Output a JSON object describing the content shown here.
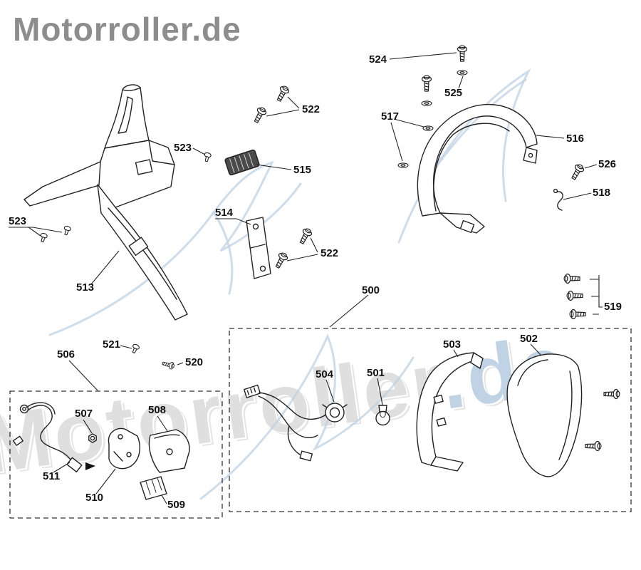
{
  "brand": "Motorroller.de",
  "watermark": {
    "text": "Motorroller",
    "suffix": ".de"
  },
  "colors": {
    "line": "#1a1a1a",
    "logo_gray": "#8d8d8d",
    "watermark_gray": "#dcdcdc",
    "watermark_blue": "#b9cfe3"
  },
  "labels": [
    {
      "text": "522"
    },
    {
      "text": "523"
    },
    {
      "text": "515"
    },
    {
      "text": "514"
    },
    {
      "text": "523"
    },
    {
      "text": "522"
    },
    {
      "text": "513"
    },
    {
      "text": "524"
    },
    {
      "text": "525"
    },
    {
      "text": "517"
    },
    {
      "text": "516"
    },
    {
      "text": "526"
    },
    {
      "text": "518"
    },
    {
      "text": "519"
    },
    {
      "text": "500"
    },
    {
      "text": "521"
    },
    {
      "text": "520"
    },
    {
      "text": "506"
    },
    {
      "text": "507"
    },
    {
      "text": "508"
    },
    {
      "text": "511"
    },
    {
      "text": "510"
    },
    {
      "text": "509"
    },
    {
      "text": "504"
    },
    {
      "text": "501"
    },
    {
      "text": "503"
    },
    {
      "text": "502"
    }
  ]
}
